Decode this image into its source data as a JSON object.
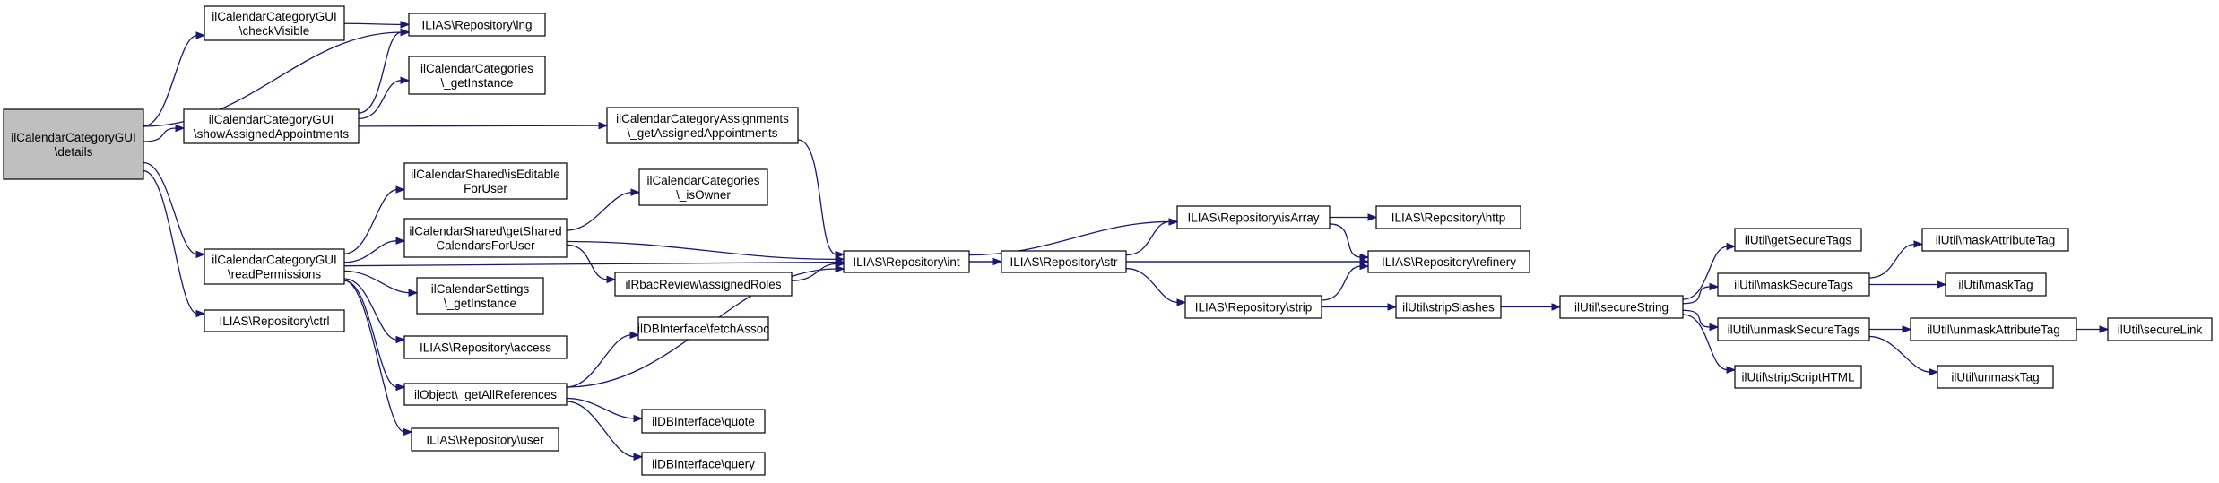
{
  "nodes": [
    {
      "id": "details",
      "lines": [
        "ilCalendarCategoryGUI",
        "\\details"
      ],
      "root": true
    },
    {
      "id": "checkVisible",
      "lines": [
        "ilCalendarCategoryGUI",
        "\\checkVisible"
      ]
    },
    {
      "id": "lng",
      "lines": [
        "ILIAS\\Repository\\lng"
      ]
    },
    {
      "id": "getInstanceCat",
      "lines": [
        "ilCalendarCategories",
        "\\_getInstance"
      ]
    },
    {
      "id": "showAssigned",
      "lines": [
        "ilCalendarCategoryGUI",
        "\\showAssignedAppointments"
      ]
    },
    {
      "id": "getAssignedAppts",
      "lines": [
        "ilCalendarCategoryAssignments",
        "\\_getAssignedAppointments"
      ]
    },
    {
      "id": "isEditable",
      "lines": [
        "ilCalendarShared\\isEditable",
        "ForUser"
      ]
    },
    {
      "id": "isOwner",
      "lines": [
        "ilCalendarCategories",
        "\\_isOwner"
      ]
    },
    {
      "id": "readPermissions",
      "lines": [
        "ilCalendarCategoryGUI",
        "\\readPermissions"
      ]
    },
    {
      "id": "getShared",
      "lines": [
        "ilCalendarShared\\getShared",
        "CalendarsForUser"
      ]
    },
    {
      "id": "int",
      "lines": [
        "ILIAS\\Repository\\int"
      ]
    },
    {
      "id": "str",
      "lines": [
        "ILIAS\\Repository\\str"
      ]
    },
    {
      "id": "isArray",
      "lines": [
        "ILIAS\\Repository\\isArray"
      ]
    },
    {
      "id": "http",
      "lines": [
        "ILIAS\\Repository\\http"
      ]
    },
    {
      "id": "refinery",
      "lines": [
        "ILIAS\\Repository\\refinery"
      ]
    },
    {
      "id": "assignedRoles",
      "lines": [
        "ilRbacReview\\assignedRoles"
      ]
    },
    {
      "id": "settingsGetInstance",
      "lines": [
        "ilCalendarSettings",
        "\\_getInstance"
      ]
    },
    {
      "id": "ctrl",
      "lines": [
        "ILIAS\\Repository\\ctrl"
      ]
    },
    {
      "id": "access",
      "lines": [
        "ILIAS\\Repository\\access"
      ]
    },
    {
      "id": "fetchAssoc",
      "lines": [
        "ilDBInterface\\fetchAssoc"
      ]
    },
    {
      "id": "getAllRefs",
      "lines": [
        "ilObject\\_getAllReferences"
      ]
    },
    {
      "id": "quote",
      "lines": [
        "ilDBInterface\\quote"
      ]
    },
    {
      "id": "user",
      "lines": [
        "ILIAS\\Repository\\user"
      ]
    },
    {
      "id": "query",
      "lines": [
        "ilDBInterface\\query"
      ]
    },
    {
      "id": "strip",
      "lines": [
        "ILIAS\\Repository\\strip"
      ]
    },
    {
      "id": "stripSlashes",
      "lines": [
        "ilUtil\\stripSlashes"
      ]
    },
    {
      "id": "secureString",
      "lines": [
        "ilUtil\\secureString"
      ]
    },
    {
      "id": "getSecureTags",
      "lines": [
        "ilUtil\\getSecureTags"
      ]
    },
    {
      "id": "maskSecureTags",
      "lines": [
        "ilUtil\\maskSecureTags"
      ]
    },
    {
      "id": "unmaskSecureTags",
      "lines": [
        "ilUtil\\unmaskSecureTags"
      ]
    },
    {
      "id": "stripScriptHTML",
      "lines": [
        "ilUtil\\stripScriptHTML"
      ]
    },
    {
      "id": "maskAttributeTag",
      "lines": [
        "ilUtil\\maskAttributeTag"
      ]
    },
    {
      "id": "maskTag",
      "lines": [
        "ilUtil\\maskTag"
      ]
    },
    {
      "id": "unmaskAttributeTag",
      "lines": [
        "ilUtil\\unmaskAttributeTag"
      ]
    },
    {
      "id": "unmaskTag",
      "lines": [
        "ilUtil\\unmaskTag"
      ]
    },
    {
      "id": "secureLink",
      "lines": [
        "ilUtil\\secureLink"
      ]
    }
  ],
  "edges": [
    [
      "details",
      "checkVisible"
    ],
    [
      "details",
      "lng"
    ],
    [
      "details",
      "showAssigned"
    ],
    [
      "details",
      "readPermissions"
    ],
    [
      "details",
      "ctrl"
    ],
    [
      "checkVisible",
      "lng"
    ],
    [
      "showAssigned",
      "lng"
    ],
    [
      "showAssigned",
      "getInstanceCat"
    ],
    [
      "showAssigned",
      "getAssignedAppts"
    ],
    [
      "getAssignedAppts",
      "int"
    ],
    [
      "readPermissions",
      "isEditable"
    ],
    [
      "readPermissions",
      "getShared"
    ],
    [
      "readPermissions",
      "int"
    ],
    [
      "readPermissions",
      "settingsGetInstance"
    ],
    [
      "readPermissions",
      "access"
    ],
    [
      "readPermissions",
      "getAllRefs"
    ],
    [
      "readPermissions",
      "user"
    ],
    [
      "getShared",
      "isOwner"
    ],
    [
      "getShared",
      "int"
    ],
    [
      "getShared",
      "assignedRoles"
    ],
    [
      "assignedRoles",
      "int"
    ],
    [
      "getAllRefs",
      "fetchAssoc"
    ],
    [
      "getAllRefs",
      "int"
    ],
    [
      "getAllRefs",
      "quote"
    ],
    [
      "getAllRefs",
      "query"
    ],
    [
      "int",
      "isArray"
    ],
    [
      "int",
      "str"
    ],
    [
      "int",
      "refinery"
    ],
    [
      "str",
      "isArray"
    ],
    [
      "str",
      "refinery"
    ],
    [
      "str",
      "strip"
    ],
    [
      "isArray",
      "http"
    ],
    [
      "isArray",
      "refinery"
    ],
    [
      "strip",
      "refinery"
    ],
    [
      "strip",
      "stripSlashes"
    ],
    [
      "stripSlashes",
      "secureString"
    ],
    [
      "secureString",
      "getSecureTags"
    ],
    [
      "secureString",
      "maskSecureTags"
    ],
    [
      "secureString",
      "unmaskSecureTags"
    ],
    [
      "secureString",
      "stripScriptHTML"
    ],
    [
      "maskSecureTags",
      "maskAttributeTag"
    ],
    [
      "maskSecureTags",
      "maskTag"
    ],
    [
      "unmaskSecureTags",
      "unmaskAttributeTag"
    ],
    [
      "unmaskSecureTags",
      "unmaskTag"
    ],
    [
      "unmaskAttributeTag",
      "secureLink"
    ]
  ]
}
